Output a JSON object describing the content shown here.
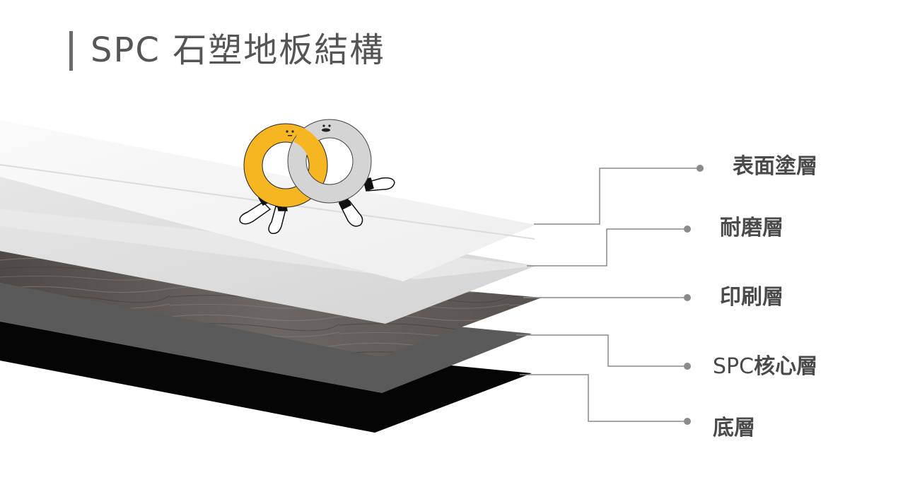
{
  "title": "SPC 石塑地板結構",
  "layers": [
    {
      "id": "surface",
      "label": "表面塗層"
    },
    {
      "id": "wear",
      "label": "耐磨層"
    },
    {
      "id": "print",
      "label": "印刷層"
    },
    {
      "id": "core",
      "label_prefix": "SPC",
      "label_suffix": "核心層"
    },
    {
      "id": "base",
      "label": "底層"
    }
  ],
  "colors": {
    "title_text": "#555555",
    "label_text": "#4a4a4a",
    "leader_line": "#8a8a8a",
    "surface_layer": "#f4f4f4",
    "wear_layer": "#e2e2e2",
    "print_layer": "#5f5a56",
    "core_layer": "#5a5a5a",
    "base_layer": "#050505",
    "mascot_yellow": "#f5b622",
    "mascot_gray": "#d0d0d0"
  }
}
